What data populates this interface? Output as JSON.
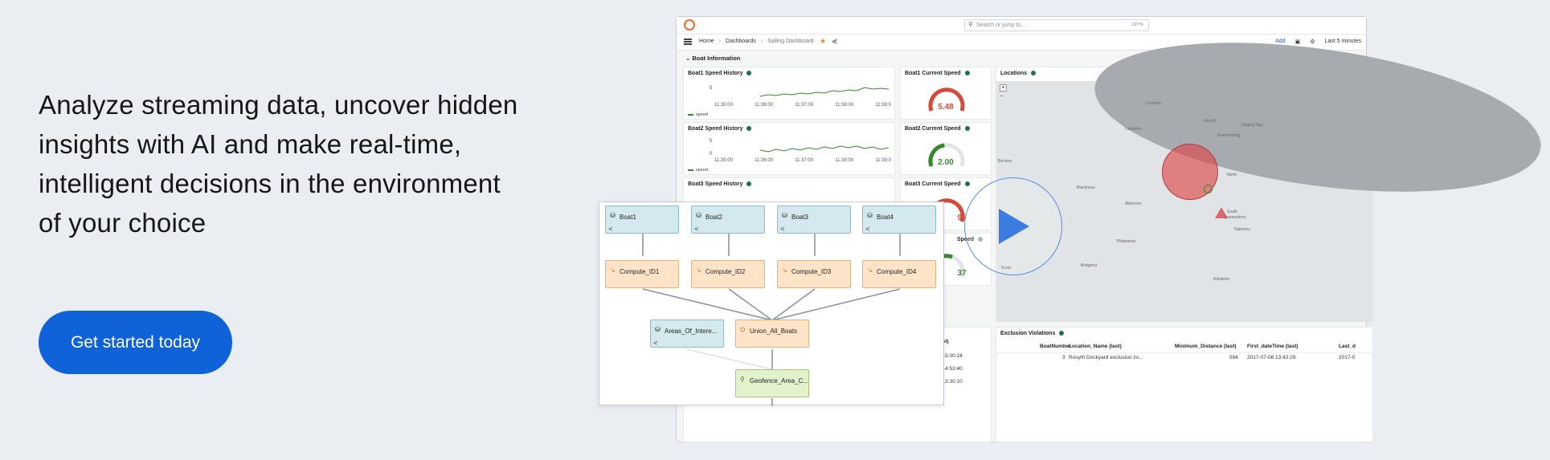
{
  "hero": {
    "line1": "Analyze streaming data, uncover hidden",
    "line2": "insights with AI and make real-time,",
    "line3": "intelligent decisions in the environment",
    "line4": "of your choice"
  },
  "cta": {
    "label": "Get started today"
  },
  "dashboard": {
    "search_placeholder": "Search or jump to...",
    "search_shortcut": "ctrl+k",
    "breadcrumb": [
      "Home",
      "Dashboards",
      "Sailing Dashboard"
    ],
    "nav_add": "Add",
    "nav_time": "Last 5 minutes",
    "section": "Boat Information",
    "panels": {
      "boat1_history": "Boat1 Speed History",
      "boat1_current": "Boat1 Current Speed",
      "boat2_history": "Boat2 Speed History",
      "boat2_current": "Boat2 Current Speed",
      "boat3_history": "Boat3 Speed History",
      "boat3_current": "Boat3 Current Speed",
      "boat4_current": "Speed",
      "locations": "Locations",
      "exclusion": "Exclusion Violations"
    },
    "legend_label": "speed",
    "y_ticks_1": [
      "5"
    ],
    "y_ticks_2": [
      "5",
      "0"
    ],
    "time_ticks": [
      "11:35:00",
      "11:36:00",
      "11:37:00",
      "11:38:00",
      "11:39:0"
    ],
    "gauges": {
      "boat1": "5.48",
      "boat2": "2.00",
      "boat3": "95",
      "boat4": "37"
    },
    "map_labels": [
      "Crombie",
      "Limekilns",
      "Rosyth",
      "Inverkeithing",
      "Dalgety Bay",
      "Blackness",
      "Abercorn",
      "North",
      "South",
      "Queensferry",
      "Dalmeny",
      "Philpstoun",
      "Bridgend",
      "Kirkliston",
      "Boats",
      "Bo'ness"
    ],
    "left_table": {
      "header": "(last)",
      "rows": [
        "7 15:00:24",
        "3 14:53:40",
        "3 13:30:10"
      ]
    },
    "exclusion_table": {
      "headers": [
        "BoatNumber",
        "Location_Name (last)",
        "Minimum_Distance (last)",
        "First_dateTime (last)",
        "Last_d"
      ],
      "row": [
        "3",
        "Rosyth Dockyard exclusion zo...",
        "594",
        "2017-07-08 13:42:29",
        "2017-0"
      ]
    }
  },
  "flow": {
    "sources": [
      "Boat1",
      "Boat2",
      "Boat3",
      "Boat4"
    ],
    "computes": [
      "Compute_ID1",
      "Compute_ID2",
      "Compute_ID3",
      "Compute_ID4"
    ],
    "areas": "Areas_Of_Intere...",
    "union": "Union_All_Boats",
    "geofence": "Geofence_Area_C..."
  },
  "colors": {
    "cta": "#0f62d7",
    "alert": "#d44a3a",
    "ok": "#37872d",
    "source_node": "#d4e9ee",
    "compute_node": "#fde4c8",
    "geo_node": "#e3f1cc"
  }
}
